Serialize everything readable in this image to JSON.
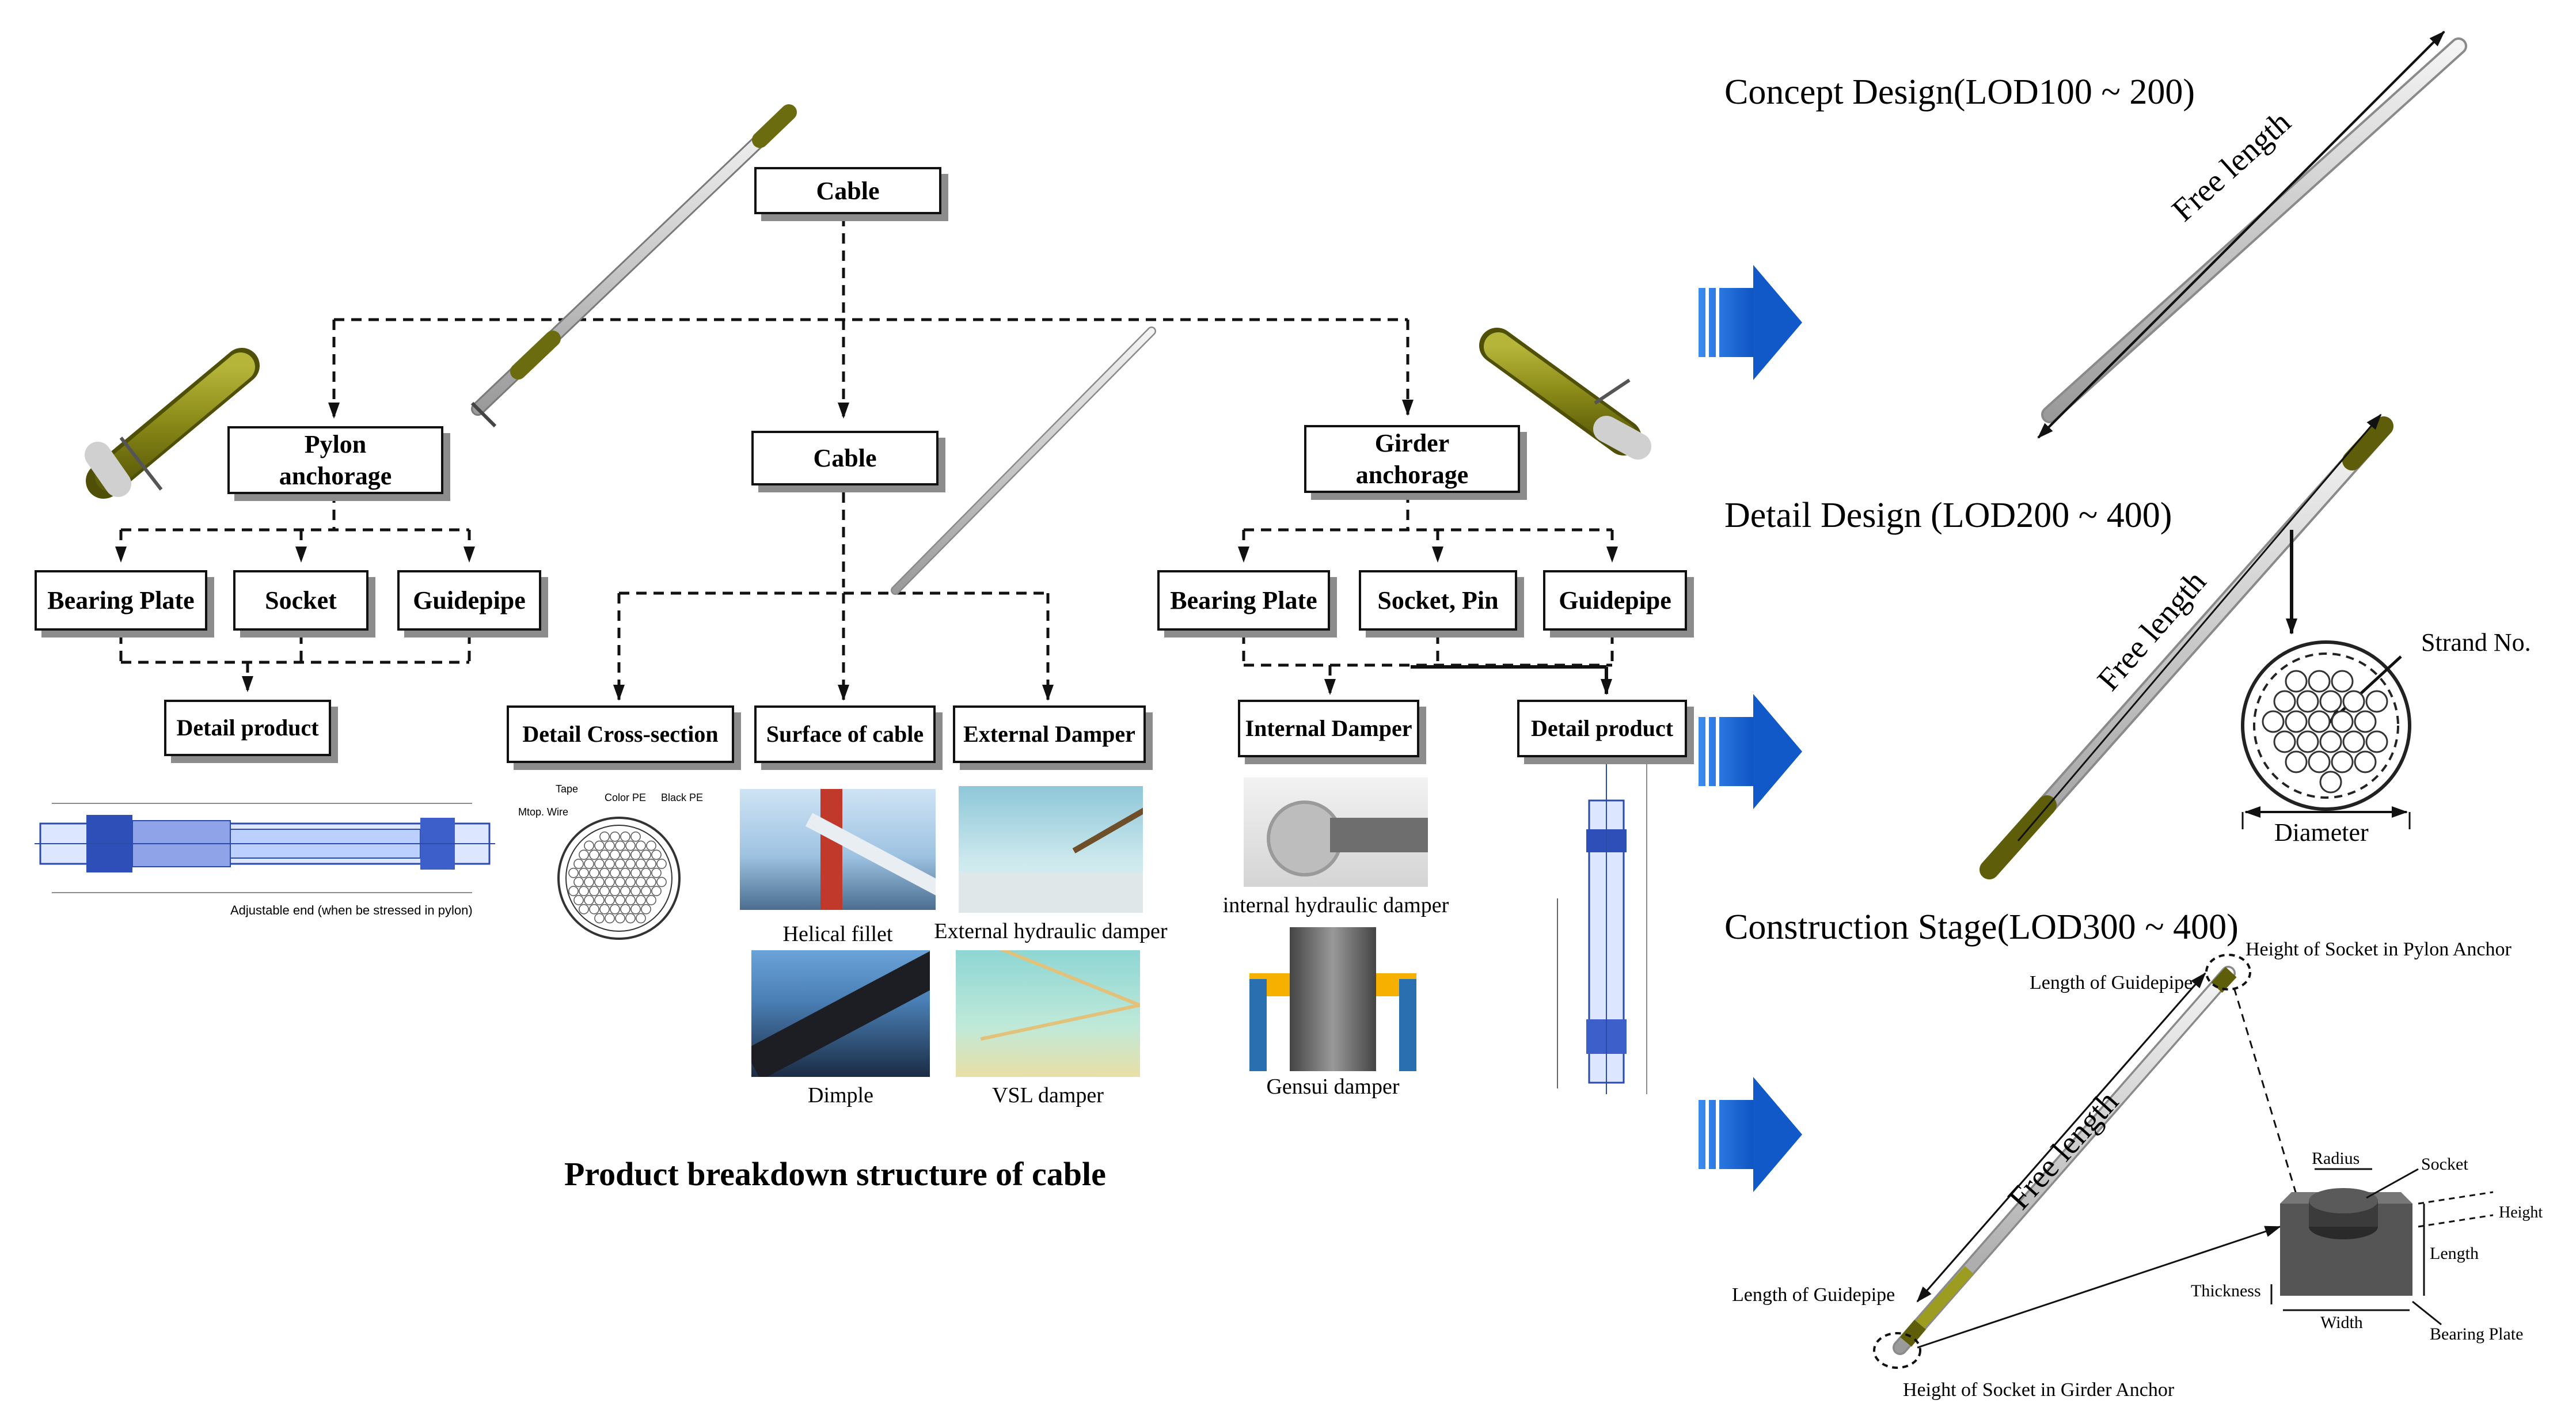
{
  "pbs": {
    "root": "Cable",
    "branches": {
      "pylon": "Pylon\nanchorage",
      "cable": "Cable",
      "girder": "Girder\nanchorage"
    },
    "pylon_children": [
      "Bearing Plate",
      "Socket",
      "Guidepipe"
    ],
    "pylon_detail": "Detail product",
    "cable_children": [
      "Detail Cross-section",
      "Surface of cable",
      "External Damper"
    ],
    "girder_children": [
      "Bearing Plate",
      "Socket, Pin",
      "Guidepipe"
    ],
    "girder_internal": "Internal Damper",
    "girder_detail": "Detail product",
    "photo_captions": {
      "helical": "Helical fillet",
      "ext_hydraulic": "External hydraulic damper",
      "dimple": "Dimple",
      "vsl": "VSL damper",
      "int_hydraulic": "internal hydraulic damper",
      "gensui": "Gensui damper"
    },
    "drawing_labels": {
      "pylon_adjustable": "Adjustable end (when be stressed in pylon)",
      "section_tape": "Tape",
      "section_color": "Color PE",
      "section_black": "Black PE",
      "section_wire": "Mtop. Wire"
    },
    "title": "Product breakdown structure of  cable"
  },
  "stages": {
    "concept": {
      "title": "Concept Design(LOD100 ~ 200)",
      "free_length": "Free length"
    },
    "detail": {
      "title": "Detail Design (LOD200 ~ 400)",
      "free_length": "Free length",
      "strand_no": "Strand No.",
      "diameter": "Diameter"
    },
    "construction": {
      "title": "Construction Stage(LOD300 ~ 400)",
      "free_length": "Free length",
      "len_guidepipe_top": "Length of Guidepipe",
      "height_socket_pylon": "Height of Socket in Pylon Anchor",
      "len_guidepipe_bottom": "Length of Guidepipe",
      "height_socket_girder": "Height of Socket in Girder Anchor",
      "radius": "Radius",
      "socket": "Socket",
      "height": "Height",
      "length": "Length",
      "thickness": "Thickness",
      "width": "Width",
      "bearing_plate": "Bearing Plate"
    }
  },
  "colors": {
    "arrow": "#1565d8",
    "olive": "#8a8a18",
    "steel": "#d8d8d8"
  }
}
